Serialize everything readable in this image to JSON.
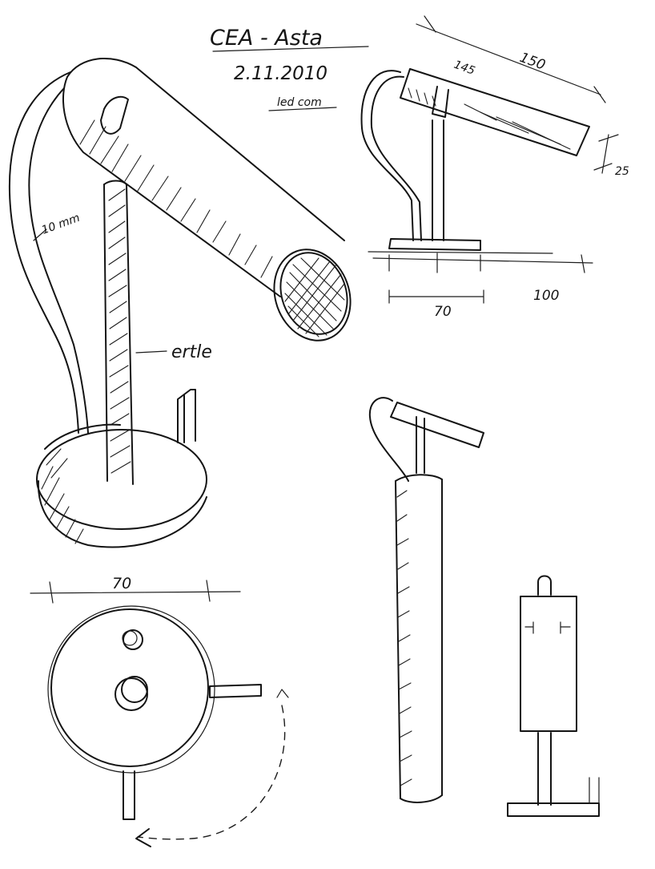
{
  "sheet": {
    "title": "CEA - Asta",
    "date": "2.11.2010",
    "note_top": "led com"
  },
  "annotations": {
    "cable_label": "10 mm",
    "stem_label": "ertle",
    "dim_length": "150",
    "dim_head": "145",
    "dim_diameter": "25",
    "dim_base": "70",
    "dim_reach": "100",
    "dim_base_plan": "70"
  }
}
